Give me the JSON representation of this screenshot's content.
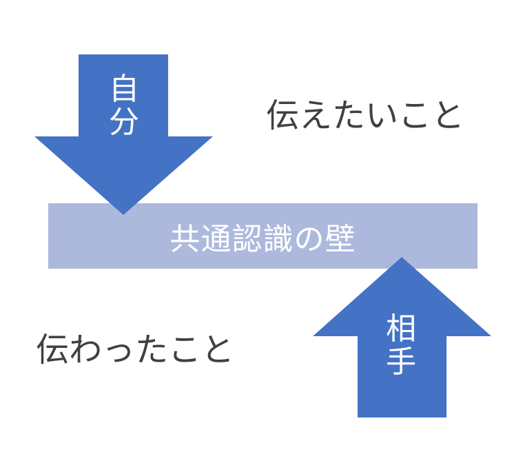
{
  "colors": {
    "arrow_fill": "#4472c4",
    "wall_fill": "#adb9dc",
    "label_text": "#ffffff",
    "caption_text": "#404040"
  },
  "down_arrow": {
    "label_top": "自",
    "label_bottom": "分"
  },
  "up_arrow": {
    "label_top": "相",
    "label_bottom": "手"
  },
  "wall": {
    "label": "共通認識の壁"
  },
  "captions": {
    "intended": "伝えたいこと",
    "received": "伝わったこと"
  }
}
